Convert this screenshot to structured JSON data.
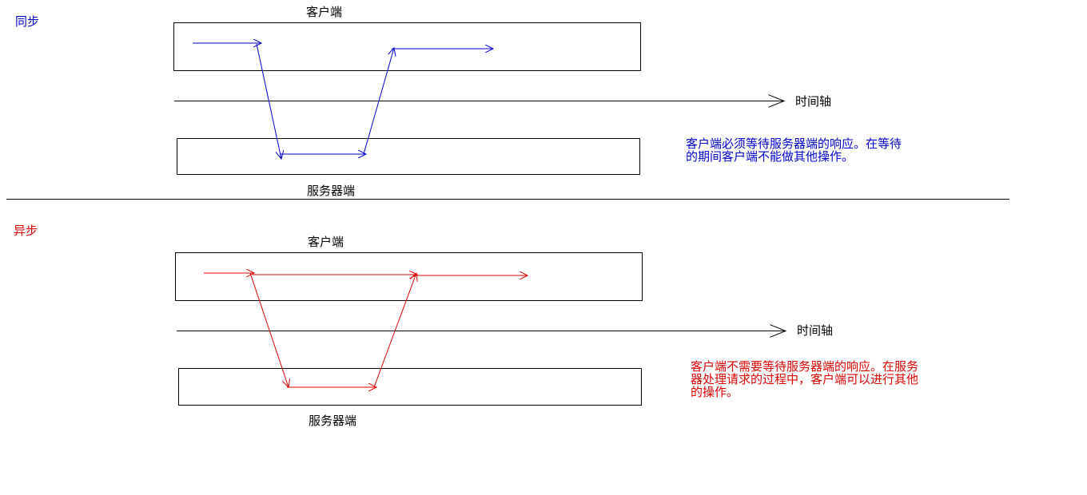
{
  "colors": {
    "sync": "#0000cc",
    "async": "#dd0000",
    "line": "#000000"
  },
  "sync": {
    "title": "同步",
    "client_label": "客户端",
    "server_label": "服务器端",
    "axis_label": "时间轴",
    "note": "客户端必须等待服务器端的响应。在等待\n的期间客户端不能做其他操作。"
  },
  "async": {
    "title": "异步",
    "client_label": "客户端",
    "server_label": "服务器端",
    "axis_label": "时间轴",
    "note": "客户端不需要等待服务器端的响应。在服务\n器处理请求的过程中，客户端可以进行其他\n的操作。"
  }
}
